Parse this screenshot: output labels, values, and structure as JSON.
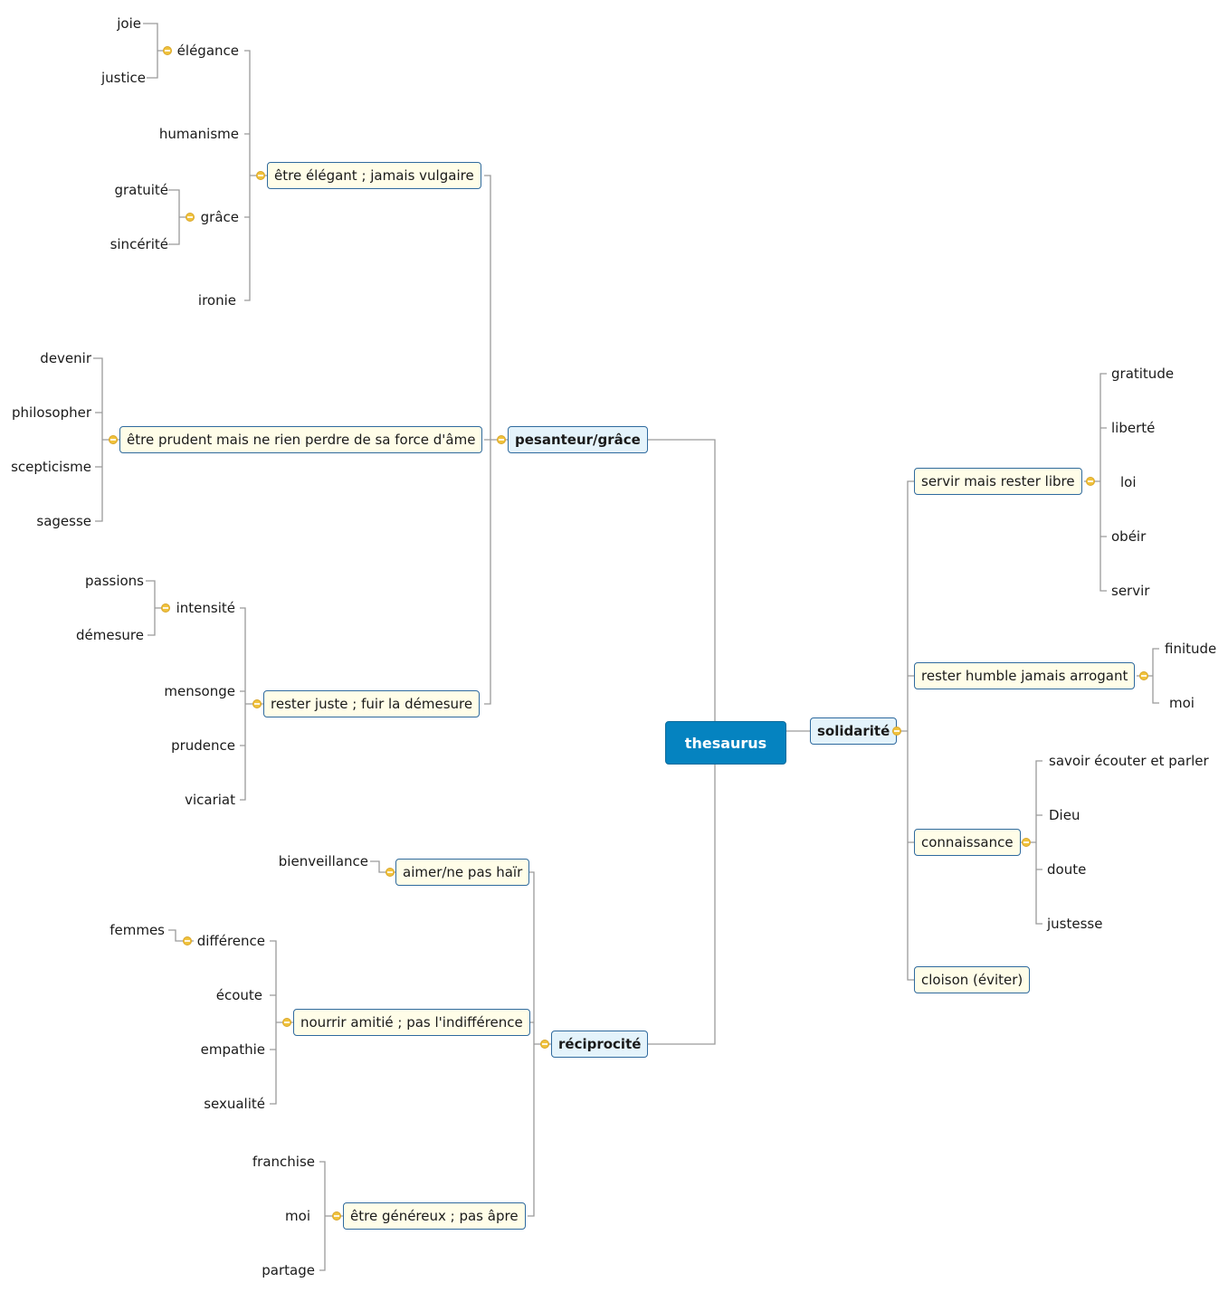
{
  "root": "thesaurus",
  "left": {
    "pesanteur": {
      "label": "pesanteur/grâce",
      "elegant": {
        "label": "être élégant ; jamais vulgaire",
        "elegance": {
          "label": "élégance",
          "children": [
            "joie",
            "justice"
          ]
        },
        "humanisme": "humanisme",
        "grace": {
          "label": "grâce",
          "children": [
            "gratuité",
            "sincérité"
          ]
        },
        "ironie": "ironie"
      },
      "prudent": {
        "label": "être prudent mais ne rien perdre de sa force d'âme",
        "children": [
          "devenir",
          "philosopher",
          "scepticisme",
          "sagesse"
        ]
      },
      "juste": {
        "label": "rester juste ; fuir la démesure",
        "intensite": {
          "label": "intensité",
          "children": [
            "passions",
            "démesure"
          ]
        },
        "others": [
          "mensonge",
          "prudence",
          "vicariat"
        ]
      }
    },
    "reciprocite": {
      "label": "réciprocité",
      "aimer": {
        "label": "aimer/ne pas haïr",
        "children": [
          "bienveillance"
        ]
      },
      "amitie": {
        "label": "nourrir amitié ; pas l'indifférence",
        "difference": {
          "label": "différence",
          "children": [
            "femmes"
          ]
        },
        "others": [
          "écoute",
          "empathie",
          "sexualité"
        ]
      },
      "genereux": {
        "label": "être généreux ; pas âpre",
        "children": [
          "franchise",
          "moi",
          "partage"
        ]
      }
    }
  },
  "right": {
    "solidarite": {
      "label": "solidarité",
      "servir": {
        "label": "servir mais rester libre",
        "children": [
          "gratitude",
          "liberté",
          "loi",
          "obéir",
          "servir"
        ]
      },
      "humble": {
        "label": "rester humble jamais arrogant",
        "children": [
          "finitude",
          "moi"
        ]
      },
      "connaissance": {
        "label": "connaissance",
        "children": [
          "savoir écouter et parler",
          "Dieu",
          "doute",
          "justesse"
        ]
      },
      "cloison": {
        "label": "cloison (éviter)"
      }
    }
  },
  "colors": {
    "root_fill": "#0583c0",
    "main_fill": "#e4f3fb",
    "sub_fill": "#fffde8",
    "border": "#2f6a9e",
    "connector": "#9a9a9a",
    "collapse_dot": "#f0c23c"
  }
}
